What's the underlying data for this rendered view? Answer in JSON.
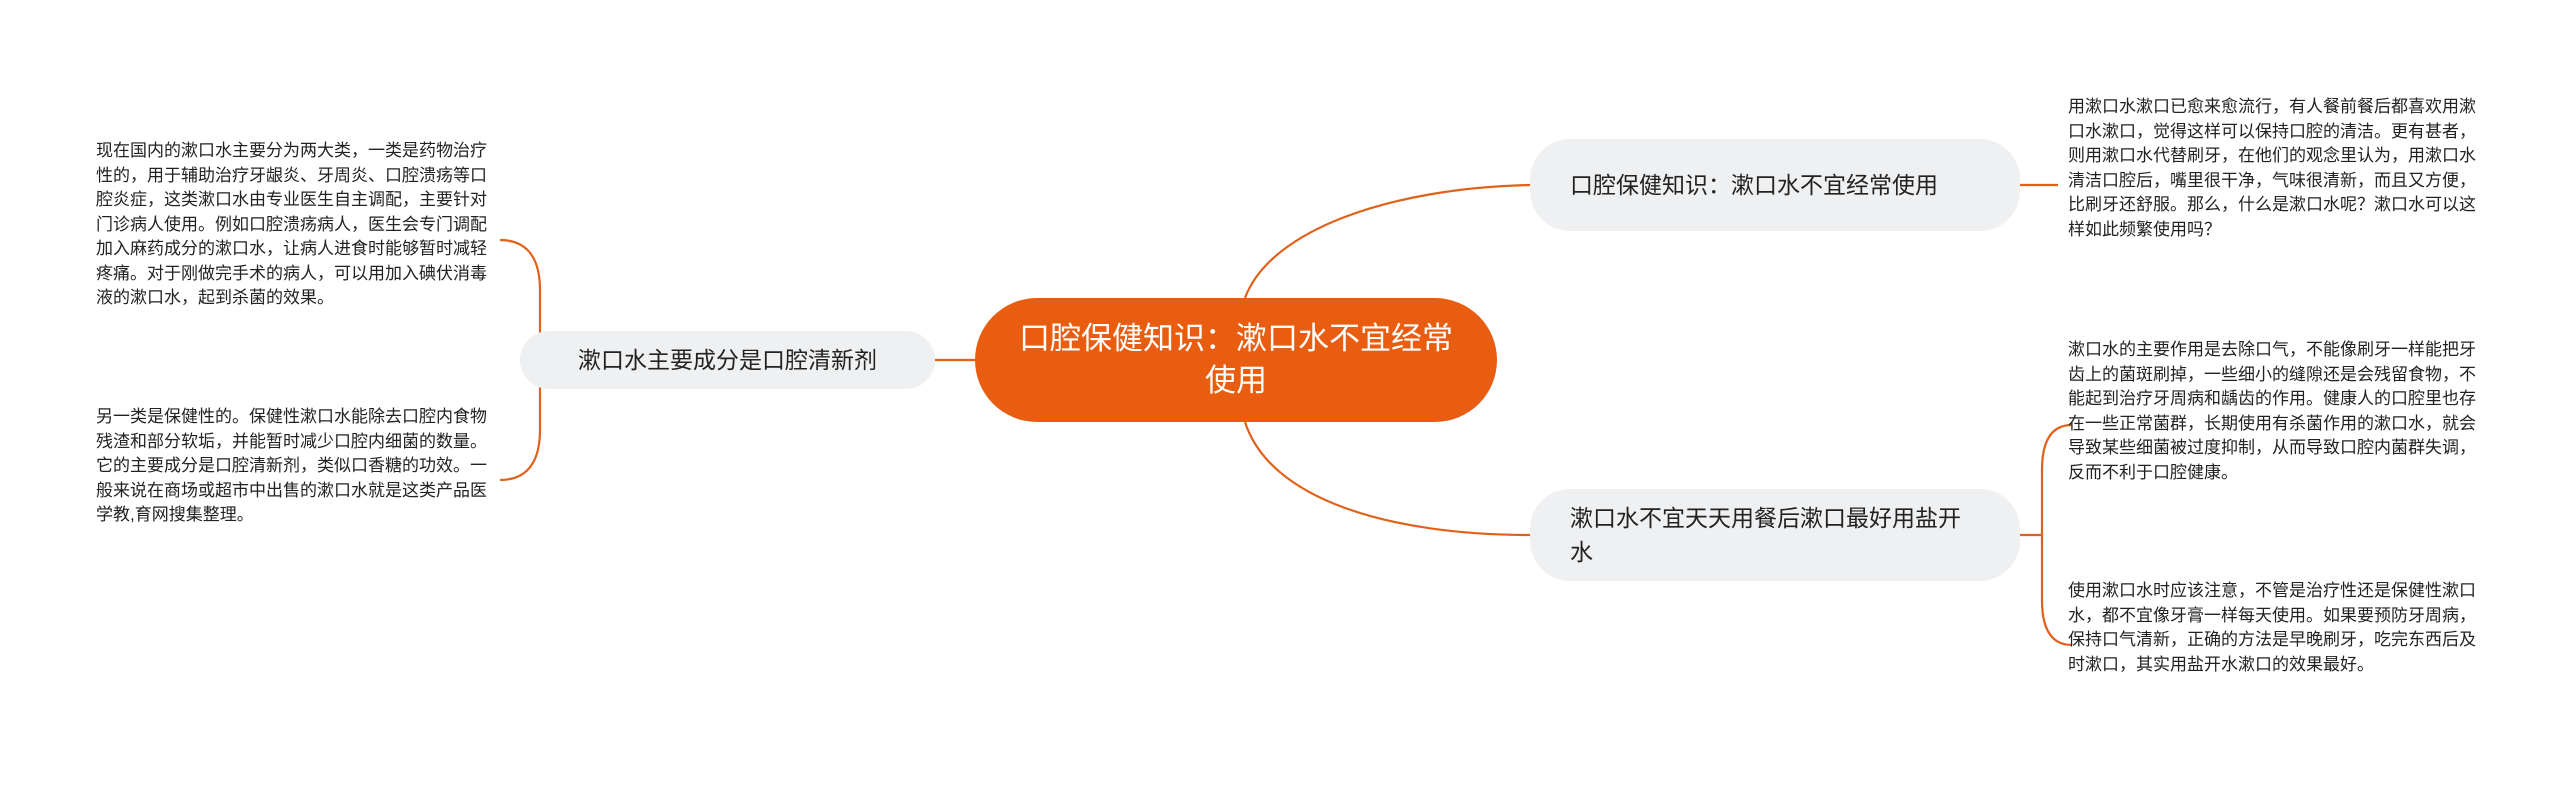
{
  "root": {
    "label": "口腔保健知识：漱口水不宜经常使用"
  },
  "branches": [
    {
      "label": "口腔保健知识：漱口水不宜经常使用",
      "notes": [
        "用漱口水漱口已愈来愈流行，有人餐前餐后都喜欢用漱口水漱口，觉得这样可以保持口腔的清洁。更有甚者，则用漱口水代替刷牙，在他们的观念里认为，用漱口水清洁口腔后，嘴里很干净，气味很清新，而且又方便，比刷牙还舒服。那么，什么是漱口水呢？漱口水可以这样如此频繁使用吗？"
      ]
    },
    {
      "label": "漱口水不宜天天用餐后漱口最好用盐开水",
      "notes": [
        "漱口水的主要作用是去除口气，不能像刷牙一样能把牙齿上的菌斑刷掉，一些细小的缝隙还是会残留食物，不能起到治疗牙周病和龋齿的作用。健康人的口腔里也存在一些正常菌群，长期使用有杀菌作用的漱口水，就会导致某些细菌被过度抑制，从而导致口腔内菌群失调，反而不利于口腔健康。",
        "使用漱口水时应该注意，不管是治疗性还是保健性漱口水，都不宜像牙膏一样每天使用。如果要预防牙周病，保持口气清新，正确的方法是早晚刷牙，吃完东西后及时漱口，其实用盐开水漱口的效果最好。"
      ]
    },
    {
      "label": "漱口水主要成分是口腔清新剂",
      "notes": [
        "现在国内的漱口水主要分为两大类，一类是药物治疗性的，用于辅助治疗牙龈炎、牙周炎、口腔溃疡等口腔炎症，这类漱口水由专业医生自主调配，主要针对门诊病人使用。例如口腔溃疡病人，医生会专门调配加入麻药成分的漱口水，让病人进食时能够暂时减轻疼痛。对于刚做完手术的病人，可以用加入碘伏消毒液的漱口水，起到杀菌的效果。",
        "另一类是保健性的。保健性漱口水能除去口腔内食物残渣和部分软垢，并能暂时减少口腔内细菌的数量。它的主要成分是口腔清新剂，类似口香糖的功效。一般来说在商场或超市中出售的漱口水就是这类产品医学教,育网搜集整理。"
      ]
    }
  ],
  "colors": {
    "accent": "#e85d0f",
    "branch_bg": "#eef0f2",
    "line": "#e0621a"
  }
}
